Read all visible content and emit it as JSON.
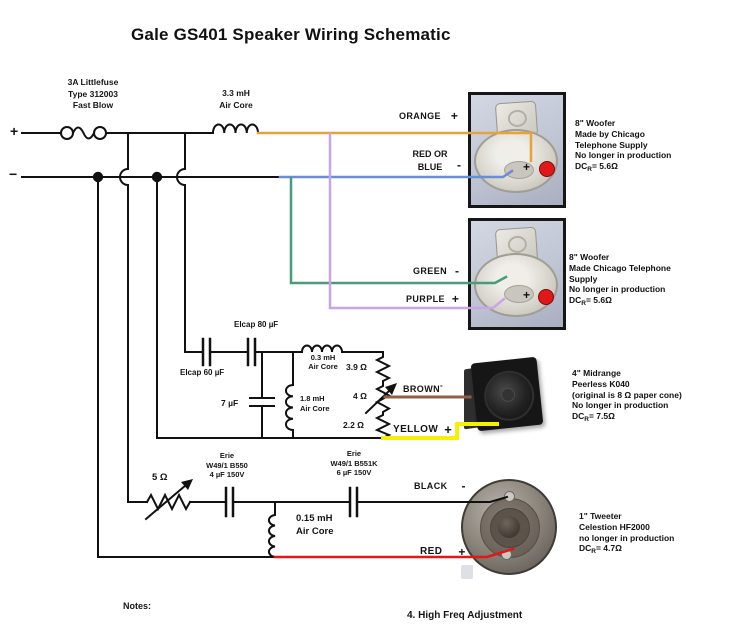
{
  "title": "Gale GS401 Speaker Wiring Schematic",
  "source": {
    "plus": "+",
    "minus": "−"
  },
  "terminal_plus": "+",
  "fuse": {
    "l1": "3A Littlefuse",
    "l2": "Type 312003",
    "l3": "Fast Blow"
  },
  "components": {
    "ind33": {
      "l1": "3.3 mH",
      "l2": "Air Core"
    },
    "elcap80": "Elcap 80 µF",
    "elcap60": "Elcap 60 µF",
    "cap7": "7 µF",
    "ind03": {
      "l1": "0.3 mH",
      "l2": "Air Core"
    },
    "ind18": {
      "l1": "1.8 mH",
      "l2": "Air Core"
    },
    "r39": "3.9 Ω",
    "r4": "4 Ω",
    "r22": "2.2 Ω",
    "r5": "5 Ω",
    "erie1": {
      "l1": "Erie",
      "l2": "W49/1 B550",
      "l3": "4 µF  150V"
    },
    "erie2": {
      "l1": "Erie",
      "l2": "W49/1 B551K",
      "l3": "6 µF  150V"
    },
    "ind015": {
      "l1": "0.15 mH",
      "l2": "Air Core"
    }
  },
  "wires": {
    "orange": {
      "label": "ORANGE",
      "sign": "+"
    },
    "redblue": {
      "l1": "RED OR",
      "l2": "BLUE",
      "sign": "-"
    },
    "green": {
      "label": "GREEN",
      "sign": "-"
    },
    "purple": {
      "label": "PURPLE",
      "sign": "+"
    },
    "brown": {
      "label": "BROWN",
      "sign": "-"
    },
    "yellow": {
      "label": "YELLOW",
      "sign": "+"
    },
    "black": {
      "label": "BLACK",
      "sign": "-"
    },
    "red": {
      "label": "RED",
      "sign": "+"
    }
  },
  "speakers": {
    "woofer1": {
      "l1": "8\" Woofer",
      "l2": "Made by Chicago",
      "l3": "Telephone Supply",
      "l4": "No longer in production",
      "dc": "DC",
      "dcsub": "R",
      "dcval": "= 5.6Ω"
    },
    "woofer2": {
      "l1": "8\" Woofer",
      "l2": "Made Chicago Telephone",
      "l3": "Supply",
      "l4": "No longer in production",
      "dc": "DC",
      "dcsub": "R",
      "dcval": "= 5.6Ω"
    },
    "midrange": {
      "l1": "4\" Midrange",
      "l2": "Peerless K040",
      "l3": "(original is 8 Ω paper cone)",
      "l4": "No longer in production",
      "dc": "DC",
      "dcsub": "R",
      "dcval": "= 7.5Ω"
    },
    "tweeter": {
      "l1": "1\" Tweeter",
      "l2": "Celestion HF2000",
      "l3": "no longer in production",
      "dc": "DC",
      "dcsub": "R",
      "dcval": "= 4.7Ω"
    }
  },
  "notes": {
    "heading": "Notes:",
    "note4": "4. High Freq Adjustment"
  },
  "colors": {
    "orange": "#E8A23A",
    "blue": "#6A8ED6",
    "green": "#479C7B",
    "purple": "#C9A5E8",
    "brown": "#8F5F47",
    "yellow": "#F5F200",
    "red": "#E01818",
    "black": "#111111"
  }
}
